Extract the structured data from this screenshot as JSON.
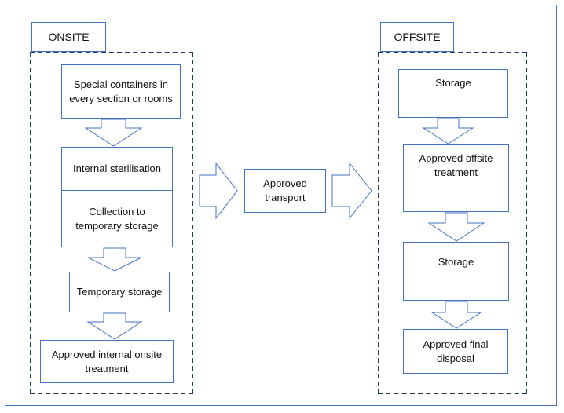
{
  "onsite": {
    "title": "ONSITE",
    "steps": {
      "special_containers": "Special containers in every section or rooms",
      "internal_sterilisation": "Internal sterilisation",
      "collection": "Collection to temporary storage",
      "temporary_storage": "Temporary storage",
      "internal_treatment": "Approved internal onsite treatment"
    }
  },
  "transport": {
    "label": "Approved transport"
  },
  "offsite": {
    "title": "OFFSITE",
    "steps": {
      "storage_1": "Storage",
      "offsite_treatment": "Approved offsite treatment",
      "storage_2": "Storage",
      "final_disposal": "Approved final disposal"
    }
  },
  "colors": {
    "box_border": "#4472c4",
    "group_border": "#1f3864",
    "text": "#111111"
  }
}
